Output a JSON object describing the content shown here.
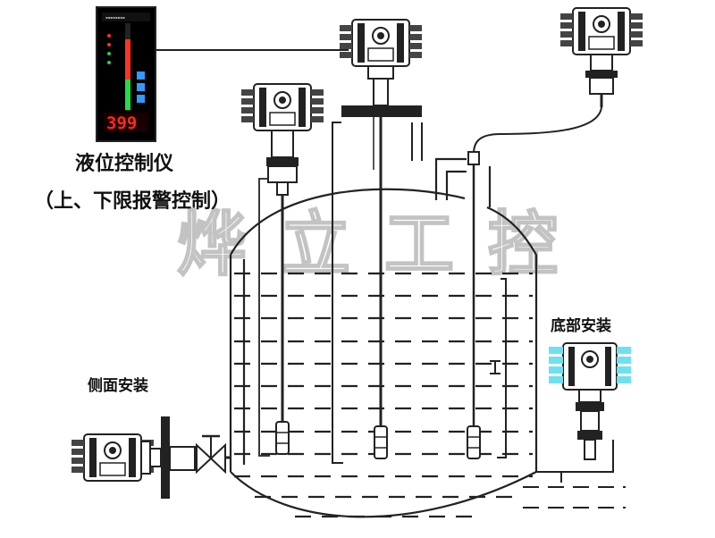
{
  "diagram": {
    "controller_label": "液位控制仪",
    "alarm_label": "（上、下限报警控制）",
    "side_mount_label": "侧面安装",
    "bottom_mount_label": "底部安装",
    "display_value": "399",
    "watermark": "烨立工控"
  },
  "colors": {
    "display_red": "#ff2a1a",
    "bar_green": "#22dd44",
    "button_blue": "#3399ff",
    "bottom_head_fins": "#6fe0f0"
  }
}
